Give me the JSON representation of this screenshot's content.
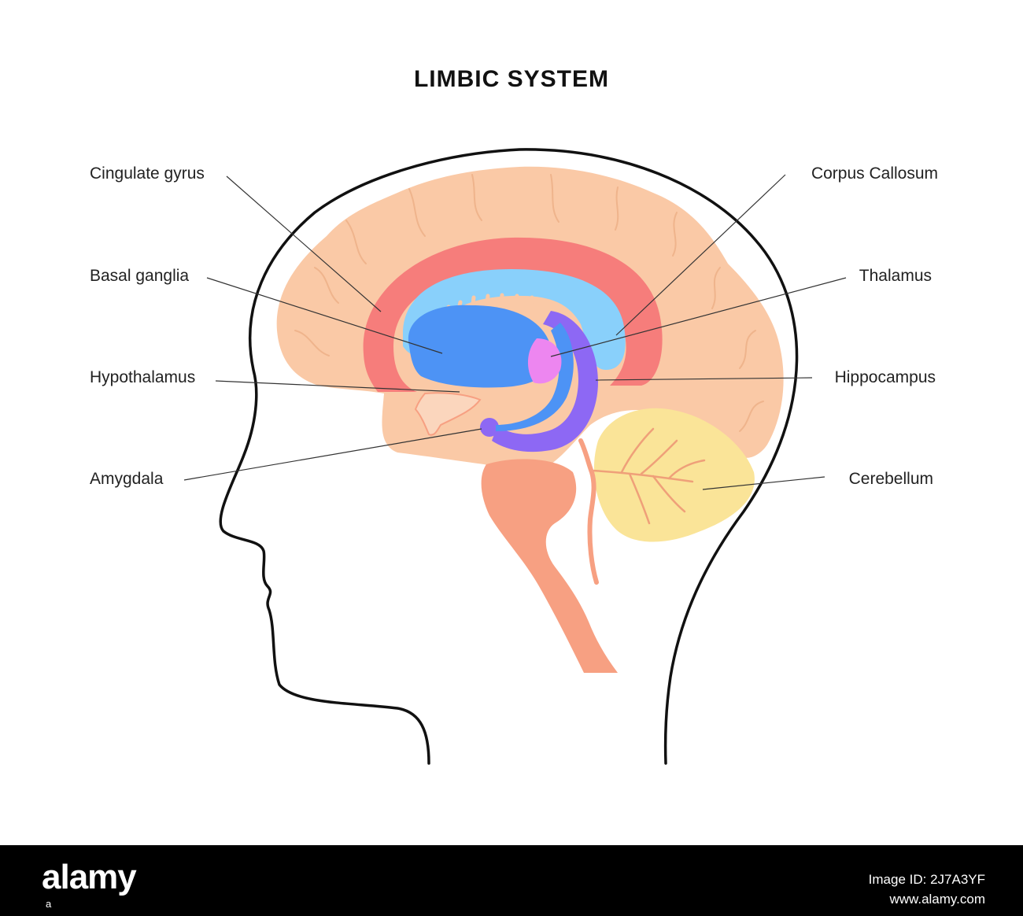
{
  "diagram": {
    "title": "LIMBIC SYSTEM",
    "labels_left": {
      "cingulate": "Cingulate gyrus",
      "basal": "Basal ganglia",
      "hypothalamus": "Hypothalamus",
      "amygdala": "Amygdala"
    },
    "labels_right": {
      "corpus": "Corpus Callosum",
      "thalamus": "Thalamus",
      "hippocampus": "Hippocampus",
      "cerebellum": "Cerebellum"
    },
    "colors": {
      "cortex": "#fac9a6",
      "cortex_dark": "#efb48c",
      "cingulate": "#f67d7b",
      "corpus_callosum": "#89d0fb",
      "basal_ganglia": "#4d93f5",
      "thalamus": "#ed86f0",
      "hippocampus": "#8d68f4",
      "brainstem": "#f7a082",
      "cerebellum": "#fae498",
      "outline": "#111111"
    }
  },
  "footer": {
    "brand": "alamy",
    "tagline": "a",
    "image_id": "Image ID: 2J7A3YF",
    "url": "www.alamy.com"
  }
}
